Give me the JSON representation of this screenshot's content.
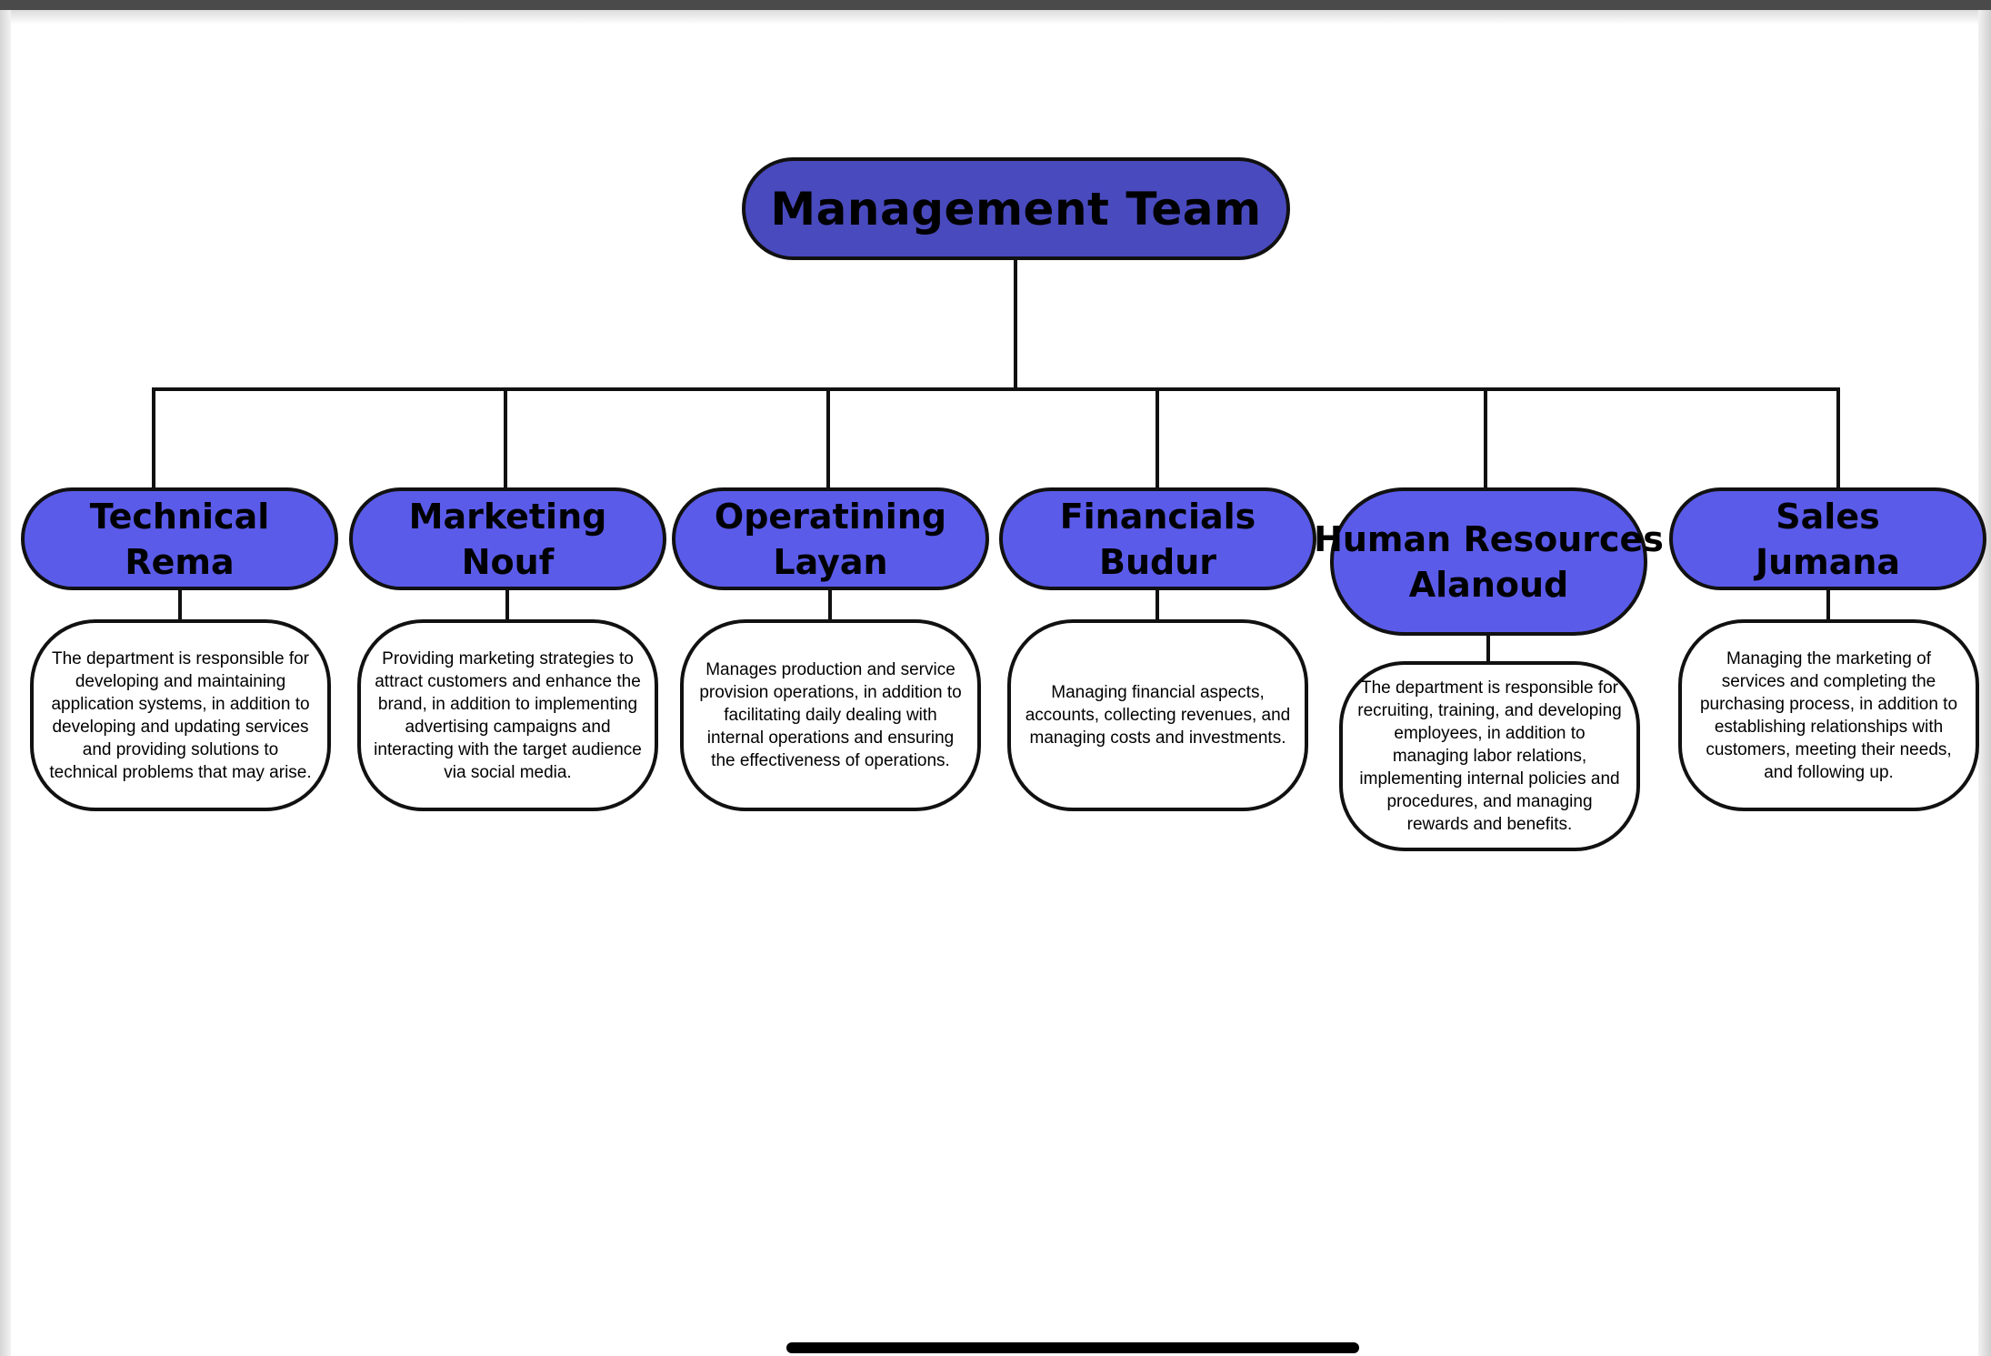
{
  "chart": {
    "root": {
      "title": "Management Team",
      "color": "#4a4abf"
    },
    "departments": [
      {
        "name": "Technical",
        "person": "Rema",
        "description": "The department is responsible for developing and maintaining application systems, in addition to developing and updating services and providing solutions to technical problems that may arise."
      },
      {
        "name": "Marketing",
        "person": "Nouf",
        "description": "Providing marketing strategies to attract customers and enhance the brand, in addition to implementing advertising campaigns and interacting with the target audience via social media."
      },
      {
        "name": "Operatining",
        "person": "Layan",
        "description": "Manages production and service provision operations, in addition to facilitating daily dealing with internal operations and ensuring the effectiveness of operations."
      },
      {
        "name": "Financials",
        "person": "Budur",
        "description": "Managing financial aspects, accounts, collecting revenues, and managing costs and investments."
      },
      {
        "name": "Human Resources",
        "person": "Alanoud",
        "description": "The department is responsible for recruiting, training, and developing employees, in addition to managing labor relations, implementing internal policies and procedures, and managing rewards and benefits."
      },
      {
        "name": "Sales",
        "person": "Jumana",
        "description": "Managing the marketing of services and completing the purchasing process, in addition to establishing relationships with customers, meeting their needs, and following up."
      }
    ],
    "colors": {
      "department_fill": "#5b5bea",
      "outline": "#111111",
      "description_fill": "#ffffff"
    }
  }
}
